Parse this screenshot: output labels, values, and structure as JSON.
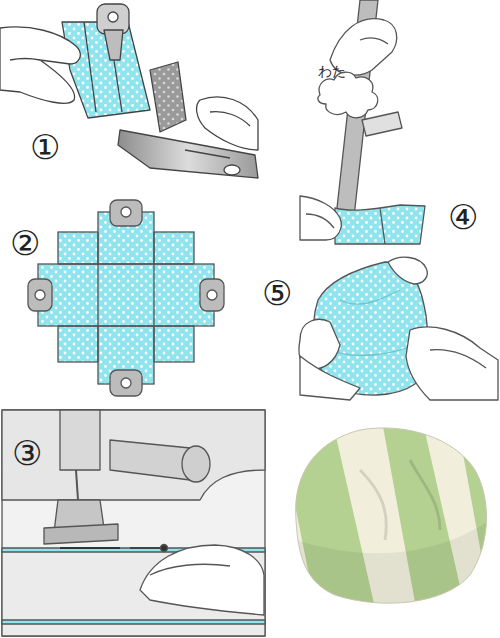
{
  "diagram": {
    "labels": [
      "①",
      "②",
      "③",
      "④",
      "⑤",
      "わた"
    ]
  }
}
